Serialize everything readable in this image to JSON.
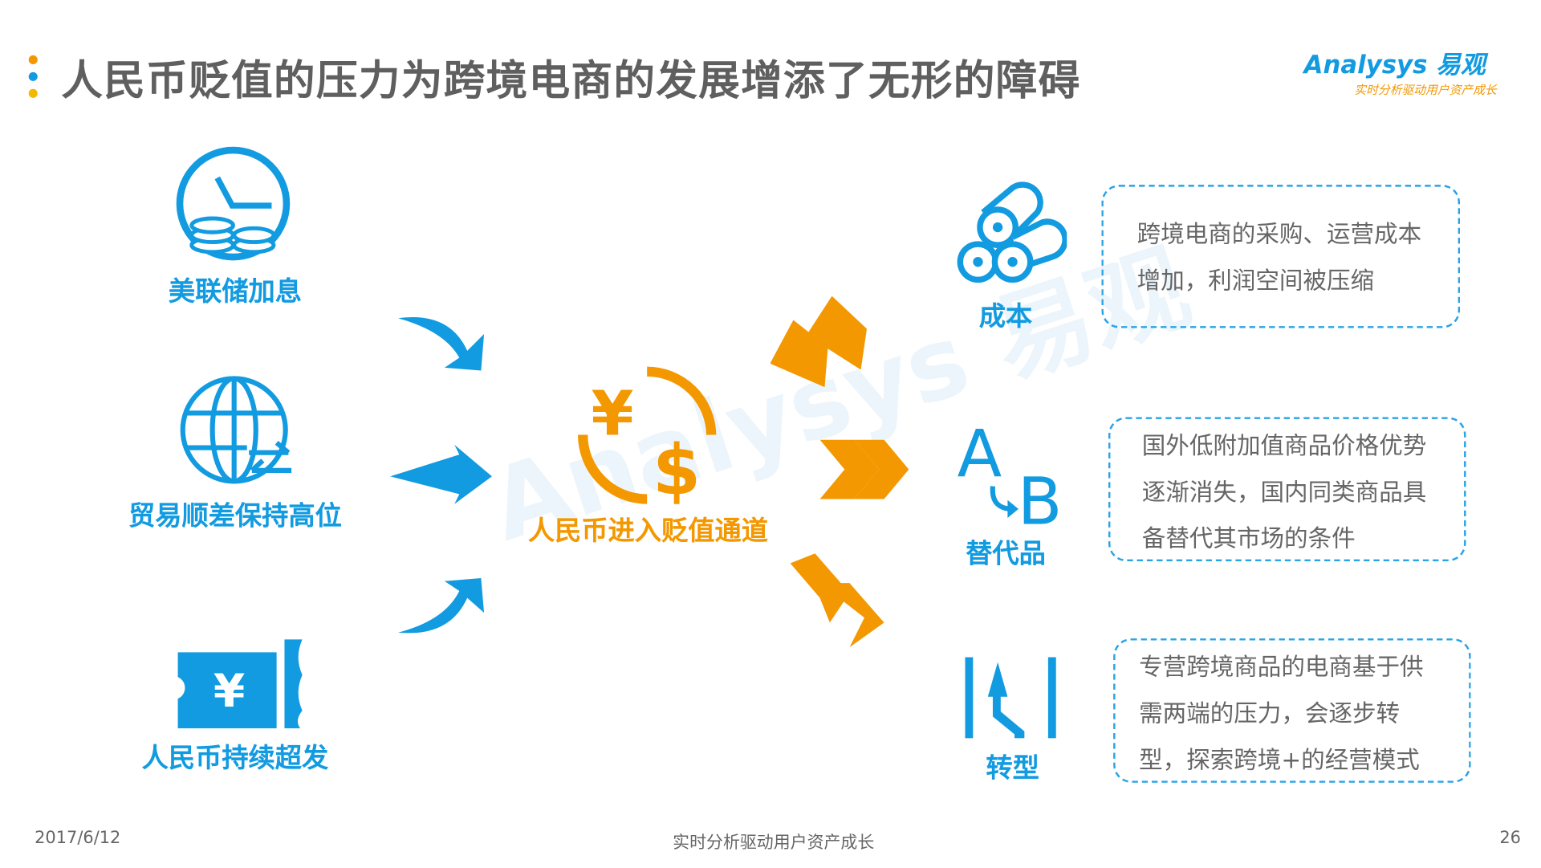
{
  "header": {
    "title": "人民币贬值的压力为跨境电商的发展增添了无形的障碍",
    "logo": {
      "brand": "Analysys 易观",
      "tagline": "实时分析驱动用户资产成长"
    }
  },
  "causes": [
    {
      "label": "美联储加息",
      "icon": "clock-coins-icon"
    },
    {
      "label": "贸易顺差保持高位",
      "icon": "globe-exchange-icon"
    },
    {
      "label": "人民币持续超发",
      "icon": "yuan-ticket-icon"
    }
  ],
  "center": {
    "label": "人民币进入贬值通道",
    "icon": "yuan-dollar-cycle-icon"
  },
  "effects": [
    {
      "label": "成本",
      "icon": "pipes-icon",
      "text": "跨境电商的采购、运营成本增加，利润空间被压缩"
    },
    {
      "label": "替代品",
      "icon": "a-to-b-icon",
      "text": "国外低附加值商品价格优势逐渐消失，国内同类商品具备替代其市场的条件"
    },
    {
      "label": "转型",
      "icon": "turn-arrow-icon",
      "text": "专营跨境商品的电商基于供需两端的压力，会逐步转型，探索跨境+的经营模式"
    }
  ],
  "footer": {
    "date": "2017/6/12",
    "center": "实时分析驱动用户资产成长",
    "page": "26"
  },
  "colors": {
    "blue": "#129be0",
    "orange": "#f39800",
    "title": "#5f5f5f"
  }
}
